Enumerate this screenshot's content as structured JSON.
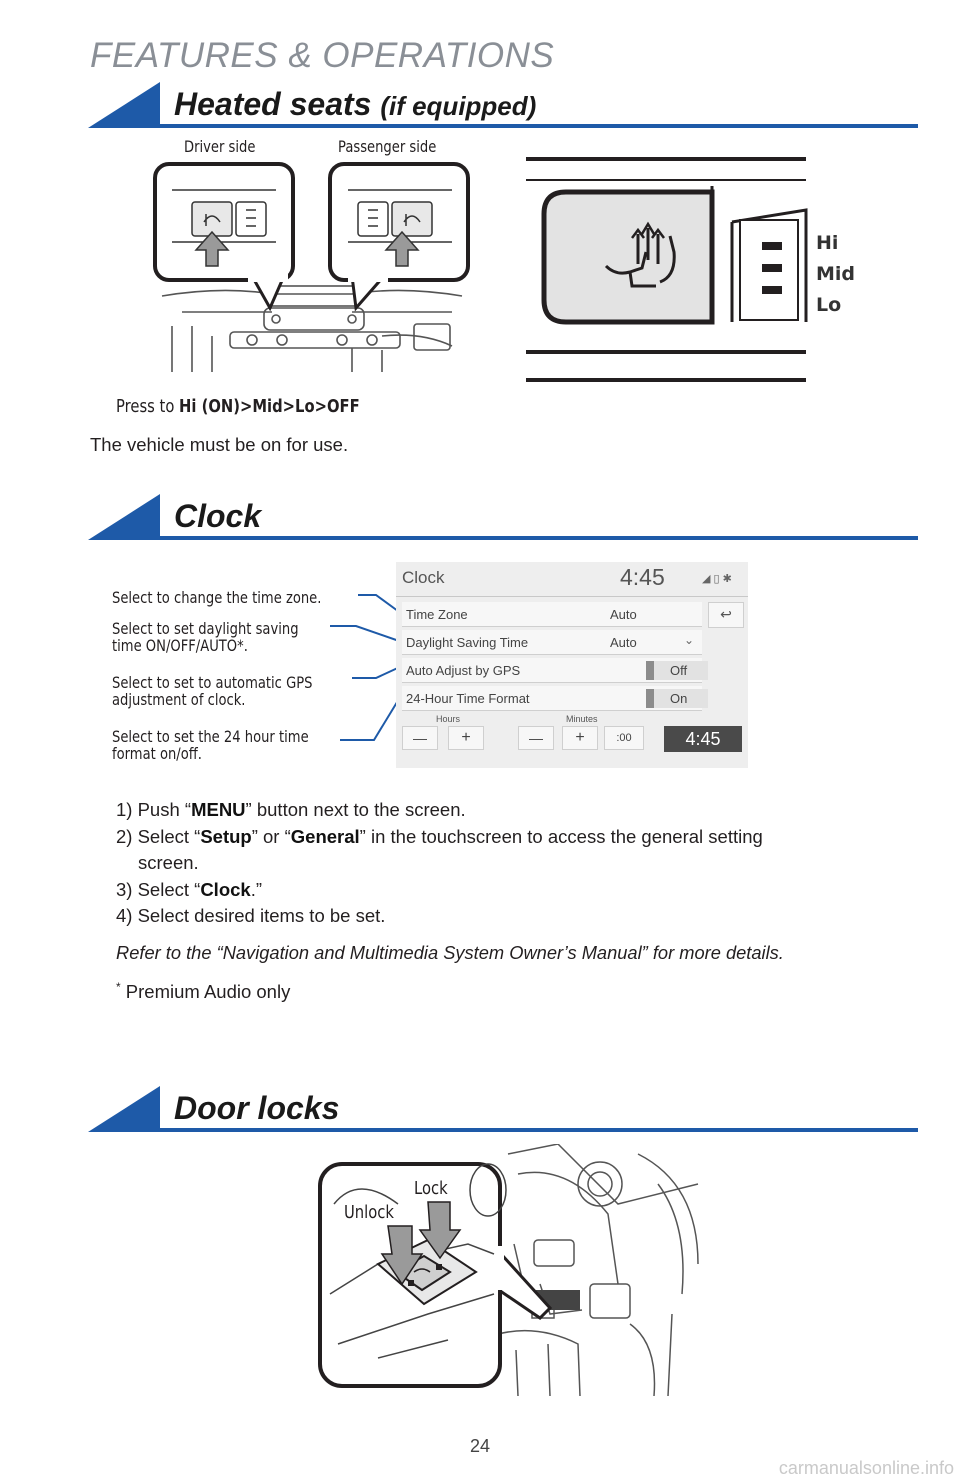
{
  "header": {
    "title": "FEATURES & OPERATIONS"
  },
  "heated_seats": {
    "title": "Heated seats",
    "subtitle": "(if equipped)",
    "driver_label": "Driver side",
    "passenger_label": "Passenger side",
    "levels": [
      "Hi",
      "Mid",
      "Lo"
    ],
    "press_prefix": "Press to ",
    "press_sequence": "Hi (ON)>Mid>Lo>OFF",
    "note": "The vehicle must be on for use."
  },
  "clock": {
    "title": "Clock",
    "callouts": [
      [
        "Select to change the time zone."
      ],
      [
        "Select to set daylight saving",
        "time ON/OFF/AUTO*."
      ],
      [
        "Select to set to automatic GPS",
        "adjustment of clock."
      ],
      [
        "Select to set the 24 hour time",
        "format on/off."
      ]
    ],
    "screen": {
      "title": "Clock",
      "time": "4:45",
      "rows": [
        {
          "label": "Time Zone",
          "value": "Auto"
        },
        {
          "label": "Daylight Saving Time",
          "value": "Auto"
        },
        {
          "label": "Auto Adjust by GPS",
          "value": "Off"
        },
        {
          "label": "24-Hour Time Format",
          "value": "On"
        }
      ],
      "hours_label": "Hours",
      "minutes_label": "Minutes",
      "minus": "—",
      "plus": "+",
      "zero_label": ":00",
      "display_time": "4:45"
    },
    "steps": [
      {
        "pre": "1) Push “",
        "bold": "MENU",
        "post": "” button next to the screen."
      },
      {
        "pre": "2) Select “",
        "bold": "Setup",
        "mid": "” or “",
        "bold2": "General",
        "post": "” in the touchscreen to access the general setting"
      },
      {
        "pre": "screen."
      },
      {
        "pre": "3) Select “",
        "bold": "Clock",
        "post": ".”"
      },
      {
        "pre": "4) Select desired items to be set."
      }
    ],
    "refer": "Refer to the “Navigation and Multimedia System Owner’s Manual” for more details.",
    "footnote_mark": "*",
    "footnote": " Premium Audio only"
  },
  "door_locks": {
    "title": "Door locks",
    "unlock_label": "Unlock",
    "lock_label": "Lock"
  },
  "footer": {
    "page_number": "24",
    "watermark": "carmanualsonline.info"
  }
}
